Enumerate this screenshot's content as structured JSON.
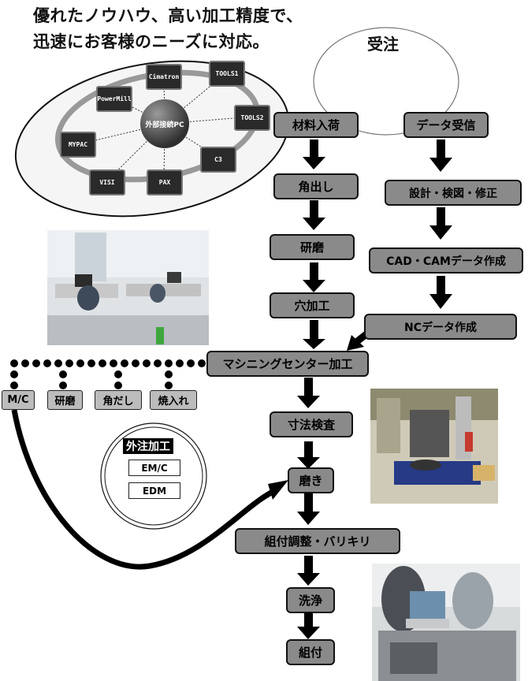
{
  "headline": {
    "line1": "優れたノウハウ、高い加工精度で、",
    "line2": "迅速にお客様のニーズに対応。"
  },
  "order": {
    "label": "受注"
  },
  "left_flow": {
    "material": "材料入荷",
    "squaring": "角出し",
    "grinding": "研磨",
    "drilling": "穴加工"
  },
  "right_flow": {
    "data_receive": "データ受信",
    "design": "設計・検図・修正",
    "cadcam": "CAD・CAMデータ作成",
    "nc": "NCデータ作成"
  },
  "main_flow": {
    "machining": "マシニングセンター加工",
    "inspection": "寸法検査",
    "polishing": "磨き",
    "assembly_adjust": "組付調整・バリキリ",
    "cleaning": "洗浄",
    "assembly": "組付"
  },
  "stations": [
    "M/C",
    "研磨",
    "角だし",
    "焼入れ"
  ],
  "outsourcing": {
    "title": "外注加工",
    "items": [
      "EM/C",
      "EDM"
    ]
  },
  "network": {
    "center": "外部接続PC",
    "nodes": [
      "Cimatron",
      "TOOLS1",
      "PowerMill",
      "TOOLS2",
      "MYPAC",
      "C3",
      "VISI",
      "PAX"
    ]
  },
  "colors": {
    "box": "#8a8a8a",
    "arrow": "#000000",
    "station": "#bcbcbc"
  }
}
